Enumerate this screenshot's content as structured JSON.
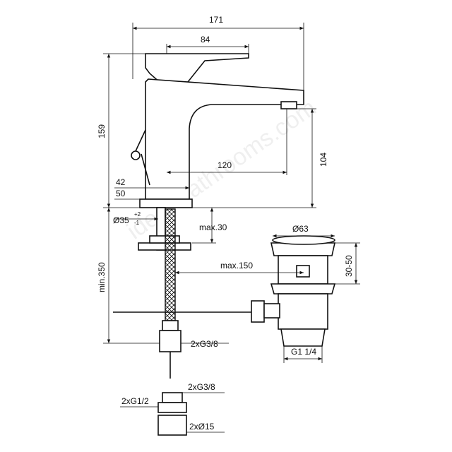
{
  "watermark": "ideal-bathrooms.com",
  "dimensions": {
    "width_overall": "171",
    "lever_length": "84",
    "height_overall": "159",
    "spout_reach": "120",
    "spout_height": "104",
    "base_42": "42",
    "base_50": "50",
    "hole_diameter": "Ø35",
    "hole_tol_plus": "+2",
    "hole_tol_minus": "-1",
    "max_30": "max.30",
    "max_150": "max.150",
    "min_350": "min.350",
    "hose_thread": "2xG3/8",
    "waste_diameter": "Ø63",
    "waste_height": "30-50",
    "waste_thread": "G1 1/4",
    "adapter_thread_top": "2xG3/8",
    "adapter_thread_left": "2xG1/2",
    "adapter_diameter": "2xØ15"
  }
}
